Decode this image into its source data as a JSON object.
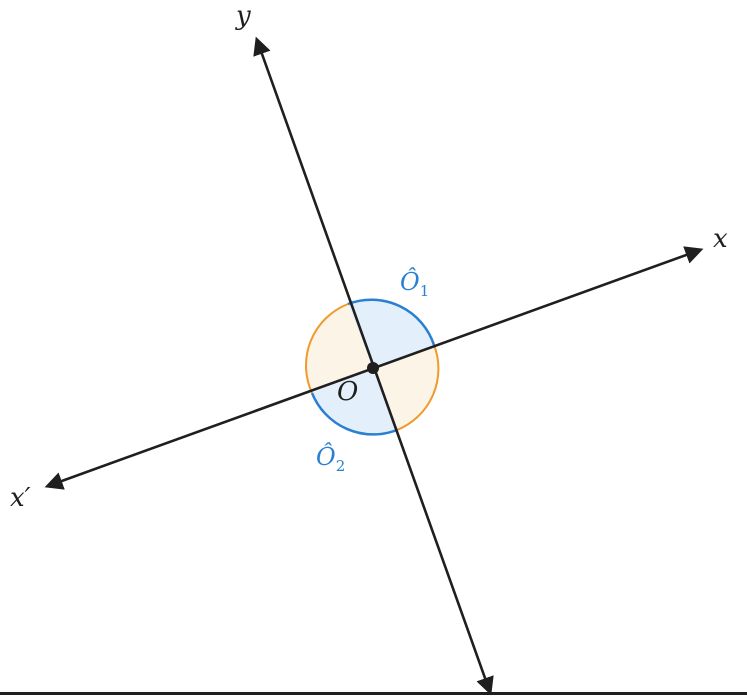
{
  "diagram": {
    "labels": {
      "y_axis": "y",
      "x_axis": "x",
      "x_prime": "x′",
      "origin": "O",
      "angle1": {
        "main": "Ô",
        "sub": "1"
      },
      "angle2": {
        "main": "Ô",
        "sub": "2"
      }
    },
    "colors": {
      "axes": "#1f1f1f",
      "angle_blue_stroke": "#2a7fd0",
      "angle_blue_fill": "#e3f0fb",
      "angle_orange_stroke": "#f09a2a",
      "angle_orange_fill": "#fdf4e8",
      "label_blue": "#2a7fd0"
    }
  }
}
